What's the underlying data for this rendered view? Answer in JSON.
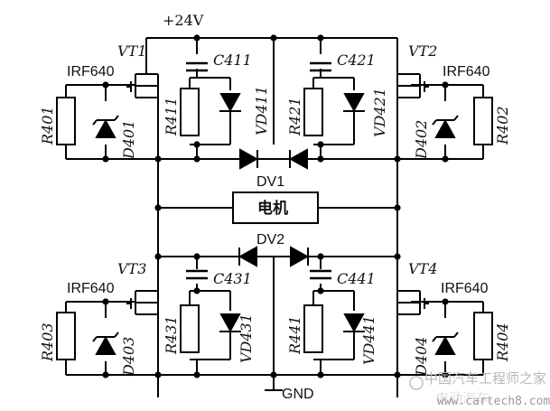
{
  "schematic": {
    "supply_label": "+24V",
    "ground_label": "GND",
    "motor_label": "电机",
    "dv1": "DV1",
    "dv2": "DV2",
    "transistors": {
      "vt1": {
        "name": "VT1",
        "part": "IRF640"
      },
      "vt2": {
        "name": "VT2",
        "part": "IRF640"
      },
      "vt3": {
        "name": "VT3",
        "part": "IRF640"
      },
      "vt4": {
        "name": "VT4",
        "part": "IRF640"
      }
    },
    "resistors": {
      "r401": "R401",
      "r402": "R402",
      "r403": "R403",
      "r404": "R404",
      "r411": "R411",
      "r421": "R421",
      "r431": "R431",
      "r441": "R441"
    },
    "capacitors": {
      "c411": "C411",
      "c421": "C421",
      "c431": "C431",
      "c441": "C441"
    },
    "zeners": {
      "d401": "D401",
      "d402": "D402",
      "d403": "D403",
      "d404": "D404"
    },
    "snubber_diodes": {
      "vd411": "VD411",
      "vd421": "VD421",
      "vd431": "VD431",
      "vd441": "VD441"
    }
  },
  "watermark": {
    "title": "中国汽车工程师之家",
    "url": "www.cartech8.com",
    "faded": "电动汽车"
  }
}
